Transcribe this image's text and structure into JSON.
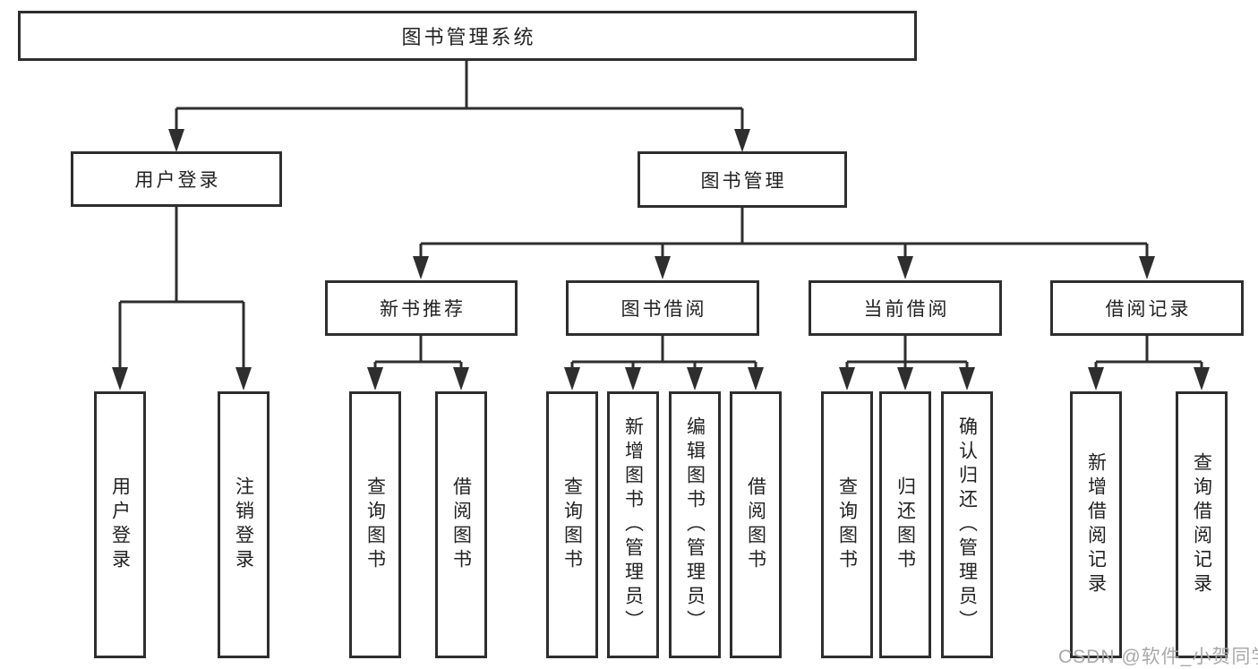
{
  "diagram": {
    "root_label": "图书管理系统",
    "level2": [
      {
        "label": "用户登录"
      },
      {
        "label": "图书管理"
      }
    ],
    "level3": [
      {
        "label": "新书推荐"
      },
      {
        "label": "图书借阅"
      },
      {
        "label": "当前借阅"
      },
      {
        "label": "借阅记录"
      }
    ],
    "leaves": [
      {
        "label": "用户登录"
      },
      {
        "label": "注销登录"
      },
      {
        "label": "查询图书"
      },
      {
        "label": "借阅图书"
      },
      {
        "label": "查询图书"
      },
      {
        "label": "新增图书（管理员）"
      },
      {
        "label": "编辑图书（管理员）"
      },
      {
        "label": "借阅图书"
      },
      {
        "label": "查询图书"
      },
      {
        "label": "归还图书"
      },
      {
        "label": "确认归还（管理员）"
      },
      {
        "label": "新增借阅记录"
      },
      {
        "label": "查询借阅记录"
      }
    ]
  },
  "watermark": {
    "text": "CSDN @软件_小贺同学"
  },
  "colors": {
    "line": "#2e2e2e",
    "box_border": "#2e2e2e",
    "text": "#222222",
    "background": "#ffffff",
    "watermark_text": "#a9a9a9"
  }
}
